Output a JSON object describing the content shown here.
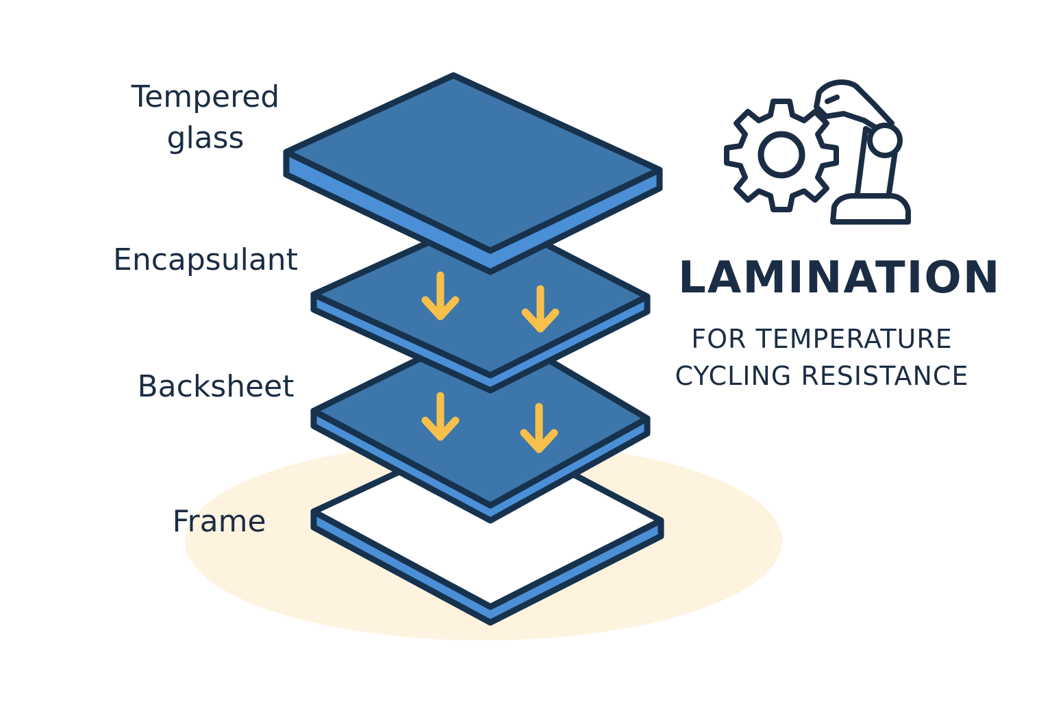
{
  "diagram": {
    "title": "LAMINATION",
    "subtitle": "FOR TEMPERATURE\nCYCLING RESISTANCE",
    "layers": [
      {
        "id": "glass",
        "label": "Tempered\nglass"
      },
      {
        "id": "encapsulant",
        "label": "Encapsulant"
      },
      {
        "id": "backsheet",
        "label": "Backsheet"
      },
      {
        "id": "frame",
        "label": "Frame"
      }
    ],
    "icons": [
      "gear-icon",
      "robot-arm-icon",
      "down-arrow-icon"
    ],
    "colors": {
      "panel": "#3d76aa",
      "panel_edge": "#4b8fd6",
      "outline": "#17324d",
      "arrow": "#f7c04a",
      "shadow": "#fdf3df",
      "text": "#1b2d44",
      "frame_top": "#ffffff"
    }
  }
}
